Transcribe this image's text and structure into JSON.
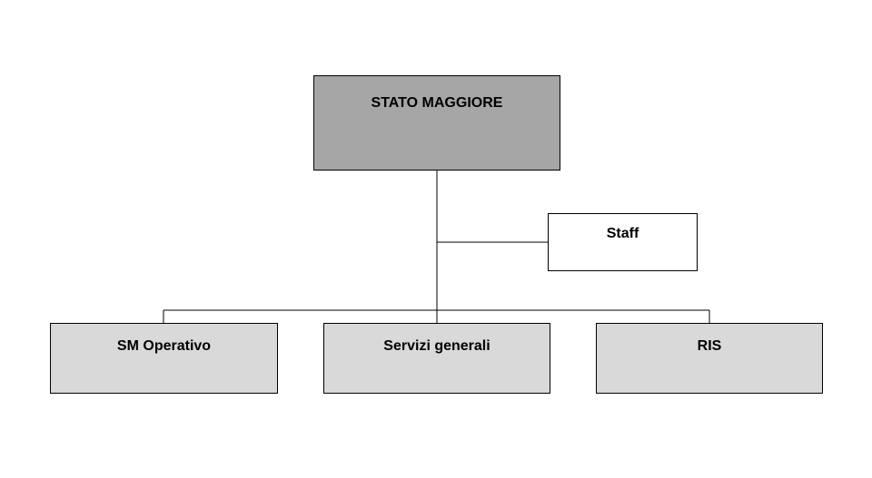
{
  "diagram": {
    "type": "org-chart",
    "colors": {
      "line": "#000000",
      "root_fill": "#a6a6a6",
      "staff_fill": "#ffffff",
      "child_fill": "#d9d9d9",
      "text": "#000000"
    },
    "root": {
      "label": "STATO MAGGIORE"
    },
    "staff": {
      "label": "Staff"
    },
    "children": [
      {
        "label": "SM Operativo"
      },
      {
        "label": "Servizi generali"
      },
      {
        "label": "RIS"
      }
    ]
  }
}
